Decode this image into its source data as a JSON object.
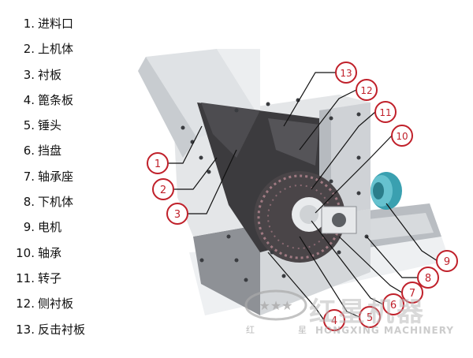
{
  "legend": [
    {
      "num": "1.",
      "label": "进料口"
    },
    {
      "num": "2.",
      "label": "上机体"
    },
    {
      "num": "3.",
      "label": "衬板"
    },
    {
      "num": "4.",
      "label": "篦条板"
    },
    {
      "num": "5.",
      "label": "锤头"
    },
    {
      "num": "6.",
      "label": "挡盘"
    },
    {
      "num": "7.",
      "label": "轴承座"
    },
    {
      "num": "8.",
      "label": "下机体"
    },
    {
      "num": "9.",
      "label": "电机"
    },
    {
      "num": "10.",
      "label": "轴承"
    },
    {
      "num": "11.",
      "label": "转子"
    },
    {
      "num": "12.",
      "label": "侧衬板"
    },
    {
      "num": "13.",
      "label": "反击衬板"
    }
  ],
  "callouts": [
    "1",
    "2",
    "3",
    "4",
    "5",
    "6",
    "7",
    "8",
    "9",
    "10",
    "11",
    "12",
    "13"
  ],
  "watermark": {
    "name_cn": "红星机器",
    "name_en": "HONGXING MACHINERY",
    "char_left": "红",
    "char_right": "星"
  },
  "colors": {
    "callout": "#c0202a",
    "machine_light": "#e4e6e8",
    "machine_mid": "#c9ccd0",
    "machine_dark": "#5a5d61",
    "interior": "#3c3b3e",
    "motor": "#3aa0b0"
  }
}
